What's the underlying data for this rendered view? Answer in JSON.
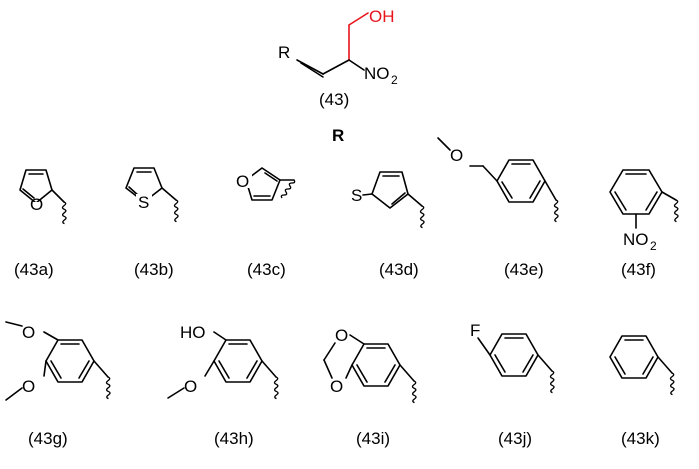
{
  "core": {
    "compound_label": "(43)",
    "r_label": "R",
    "oh_label": "OH",
    "nitro_label": "NO",
    "nitro_sub": "2"
  },
  "r_heading": "R",
  "substituents": [
    {
      "label": "(43a)"
    },
    {
      "label": "(43b)",
      "atom": "S"
    },
    {
      "label": "(43c)",
      "atom": "O"
    },
    {
      "label": "(43d)",
      "atom": "S"
    },
    {
      "label": "(43e)",
      "atom": "O"
    },
    {
      "label": "(43f)",
      "atom": "NO",
      "atom_sub": "2"
    },
    {
      "label": "(43g)",
      "atom": "O"
    },
    {
      "label": "(43h)",
      "atom": "HO",
      "atom2": "O"
    },
    {
      "label": "(43i)",
      "atom": "O"
    },
    {
      "label": "(43j)",
      "atom": "F"
    },
    {
      "label": "(43k)"
    }
  ],
  "colors": {
    "hydroxymethyl": "#e8141c",
    "bond": "#000000"
  }
}
